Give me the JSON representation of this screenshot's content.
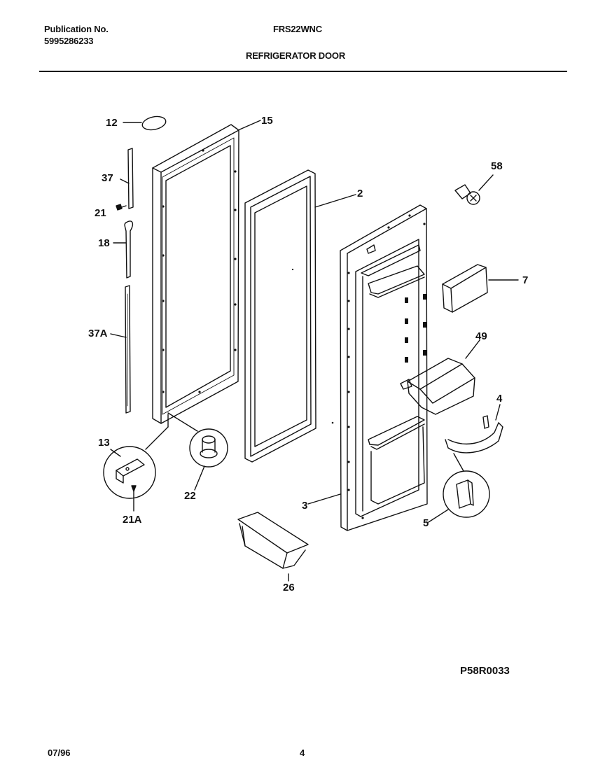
{
  "header": {
    "publication_label": "Publication No.",
    "publication_number": "5995286233",
    "model": "FRS22WNC",
    "section_title": "REFRIGERATOR DOOR"
  },
  "callouts": {
    "c12": "12",
    "c15": "15",
    "c37": "37",
    "c21": "21",
    "c18": "18",
    "c37A": "37A",
    "c2": "2",
    "c58": "58",
    "c7": "7",
    "c49": "49",
    "c4": "4",
    "c13": "13",
    "c22": "22",
    "c21A": "21A",
    "c3": "3",
    "c5": "5",
    "c26": "26"
  },
  "diagram_code": "P58R0033",
  "footer": {
    "date": "07/96",
    "page": "4"
  }
}
